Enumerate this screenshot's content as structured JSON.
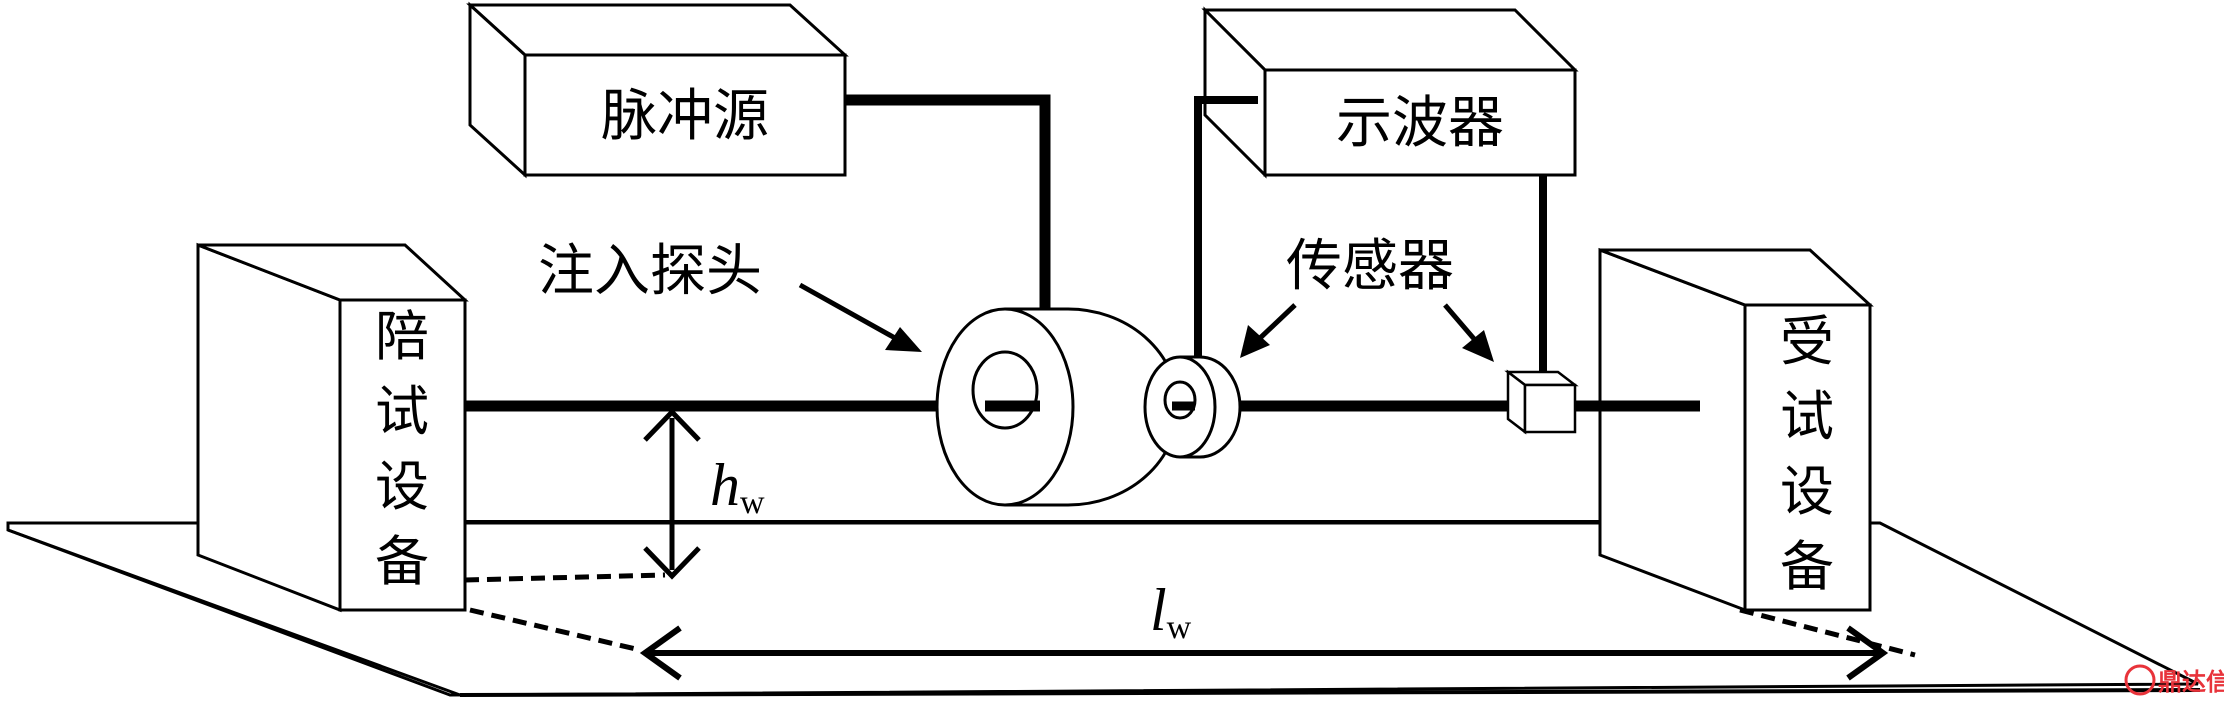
{
  "labels": {
    "pulse_source": "脉冲源",
    "oscilloscope": "示波器",
    "injection_probe": "注入探头",
    "sensor": "传感器",
    "aux_equipment": [
      "陪",
      "试",
      "设",
      "备"
    ],
    "eut_equipment": [
      "受",
      "试",
      "设",
      "备"
    ],
    "height_symbol": "h",
    "height_sub": "w",
    "length_symbol": "l",
    "length_sub": "w"
  },
  "watermark": {
    "text": "鼎达信",
    "color": "#e8333a"
  }
}
